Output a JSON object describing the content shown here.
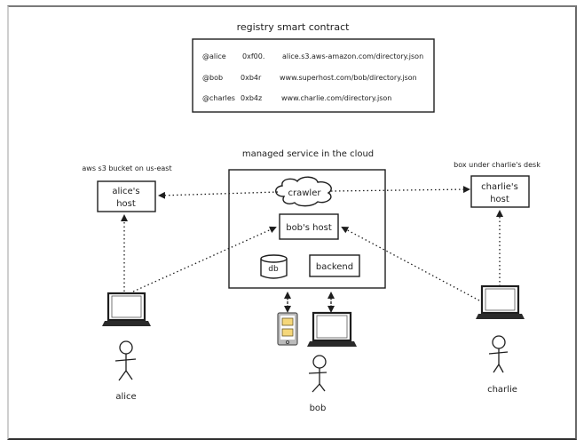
{
  "registry": {
    "title": "registry smart contract",
    "rows": [
      {
        "handle": "@alice",
        "address": "0xf00.",
        "url": "alice.s3.aws-amazon.com/directory.json"
      },
      {
        "handle": "@bob",
        "address": "0xb4r",
        "url": "www.superhost.com/bob/directory.json"
      },
      {
        "handle": "@charles",
        "address": "0xb4z",
        "url": "www.charlie.com/directory.json"
      }
    ]
  },
  "alice_host": {
    "caption": "aws s3 bucket on us-east",
    "line1": "alice's",
    "line2": "host"
  },
  "charlie_host": {
    "caption": "box under charlie's desk",
    "line1": "charlie's",
    "line2": "host"
  },
  "cloud": {
    "title": "managed service in the cloud",
    "crawler": "crawler",
    "bobs_host": "bob's host",
    "db": "db",
    "backend": "backend"
  },
  "people": {
    "alice": "alice",
    "bob": "bob",
    "charlie": "charlie"
  },
  "colors": {
    "stroke": "#1e1e1e",
    "phone_card": "#f5d77a"
  }
}
